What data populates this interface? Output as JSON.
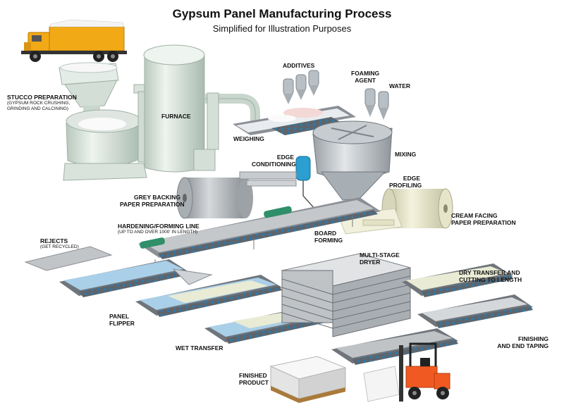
{
  "title": "Gypsum Panel Manufacturing Process",
  "subtitle": "Simplified for Illustration Purposes",
  "labels": {
    "stucco": "STUCCO PREPARATION",
    "stucco_sub1": "(GYPSUM ROCK CRUSHING,",
    "stucco_sub2": "GRINDING AND CALCINING)",
    "furnace": "FURNACE",
    "additives": "ADDITIVES",
    "foaming1": "FOAMING",
    "foaming2": "AGENT",
    "water": "WATER",
    "weighing": "WEIGHING",
    "mixing": "MIXING",
    "edge_cond1": "EDGE",
    "edge_cond2": "CONDITIONING",
    "edge_prof1": "EDGE",
    "edge_prof2": "PROFILING",
    "grey1": "GREY BACKING",
    "grey2": "PAPER PREPARATION",
    "cream1": "CREAM FACING",
    "cream2": "PAPER PREPARATION",
    "hardening": "HARDENING/FORMING LINE",
    "hardening_sub": "(UP TO AND OVER 1000' IN LENGTH)",
    "board1": "BOARD",
    "board2": "FORMING",
    "rejects": "REJECTS",
    "rejects_sub": "(GET RECYCLED)",
    "dryer1": "MULTI-STAGE",
    "dryer2": "DRYER",
    "dry_transfer1": "DRY TRANSFER AND",
    "dry_transfer2": "CUTTING TO LENGTH",
    "flipper1": "PANEL",
    "flipper2": "FLIPPER",
    "wet_transfer": "WET TRANSFER",
    "finishing1": "FINISHING",
    "finishing2": "AND END TAPING",
    "finished1": "FINISHED",
    "finished2": "PRODUCT"
  },
  "colors": {
    "machine_light": "#e3ece6",
    "machine_mid": "#c9d6cd",
    "machine_dark": "#9fb0a5",
    "conveyor_grey": "#8b9097",
    "board_grey": "#bfc3c6",
    "wet_blue": "#aacfe8",
    "board_cream": "#e9ebd4",
    "roller_green": "#2f8f6a",
    "tank_blue": "#2a9fd0",
    "truck_yellow": "#f2a916",
    "forklift_orange": "#f05a22"
  },
  "icons": [
    "dump-truck-icon",
    "forklift-icon"
  ]
}
